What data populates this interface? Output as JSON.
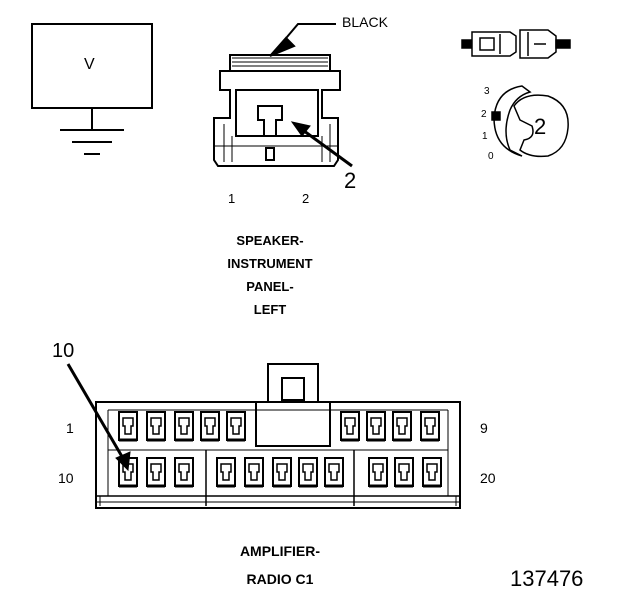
{
  "meter": {
    "label": "V"
  },
  "speaker_connector": {
    "wire_color": "BLACK",
    "callout": "2",
    "pin_left": "1",
    "pin_right": "2",
    "caption_lines": [
      "SPEAKER-",
      "INSTRUMENT",
      "PANEL-",
      "LEFT"
    ]
  },
  "position_gauge": {
    "ticks": [
      "3",
      "2",
      "1",
      "0"
    ],
    "selected": "2"
  },
  "amplifier_connector": {
    "callout": "10",
    "top_row_first_pin": "1",
    "top_row_last_pin": "9",
    "bottom_row_first_pin": "10",
    "bottom_row_last_pin": "20",
    "caption_lines": [
      "AMPLIFIER-",
      "RADIO C1"
    ]
  },
  "figure_id": "137476",
  "colors": {
    "ink": "#000000",
    "background": "#ffffff"
  }
}
